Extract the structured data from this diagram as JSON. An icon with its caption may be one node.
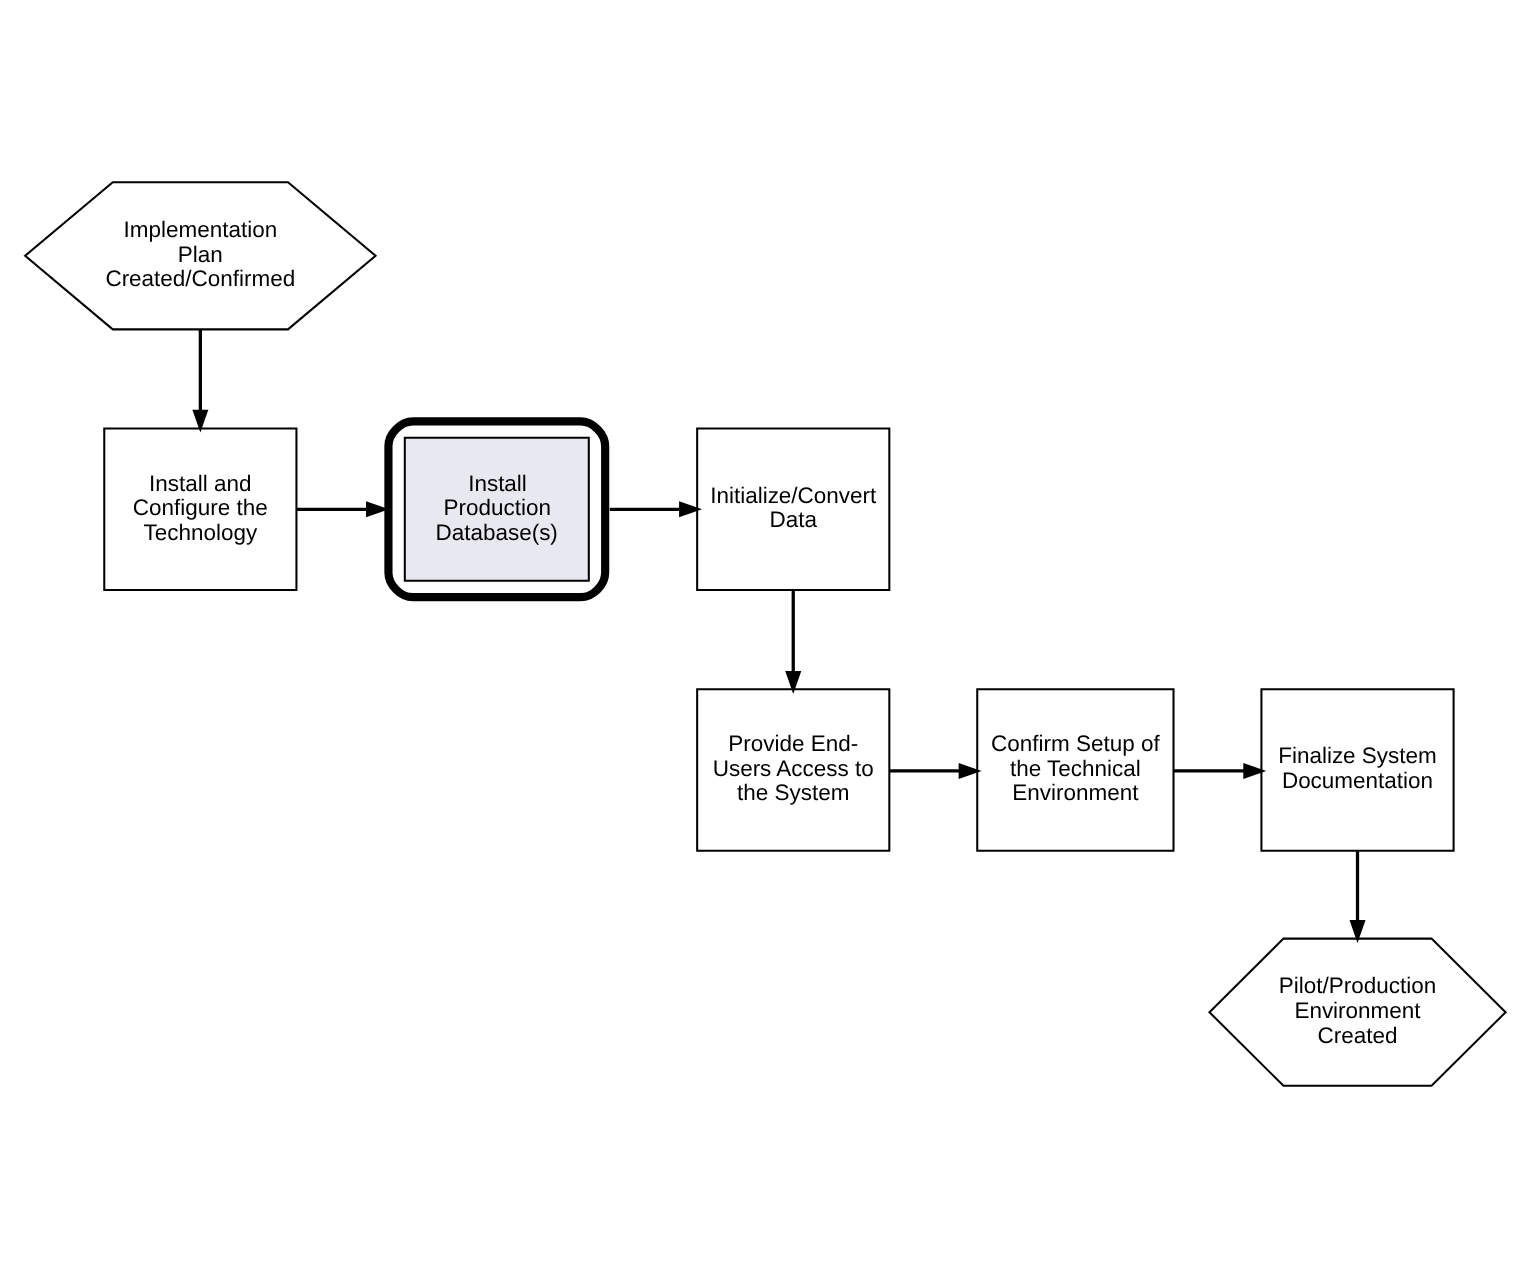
{
  "diagram": {
    "nodes": [
      {
        "text": [
          "Implementation Plan Created/Confirmed"
        ]
      },
      {
        "text": [
          "Install and Configure the Technology"
        ]
      },
      {
        "text": [
          "Install Production Database(s)"
        ]
      },
      {
        "text": [
          "Initialize/Convert Data"
        ]
      },
      {
        "text": [
          "Provide End-Users Access to the System"
        ]
      },
      {
        "text": [
          "Confirm Setup of the Technical Environment"
        ]
      },
      {
        "text": [
          "Finalize System Documentation"
        ]
      },
      {
        "text": [
          "Pilot/Production Environment Created"
        ]
      }
    ],
    "edges": [
      {
        "from": 0,
        "to": 1,
        "arrow": "to"
      },
      {
        "from": 1,
        "to": 2,
        "arrow": "to"
      },
      {
        "from": 2,
        "to": 3,
        "arrow": "to"
      },
      {
        "from": 3,
        "to": 4,
        "arrow": "to"
      },
      {
        "from": 4,
        "to": 5,
        "arrow": "to"
      },
      {
        "from": 5,
        "to": 6,
        "arrow": "to"
      },
      {
        "from": 6,
        "to": 7,
        "arrow": "to"
      }
    ]
  }
}
